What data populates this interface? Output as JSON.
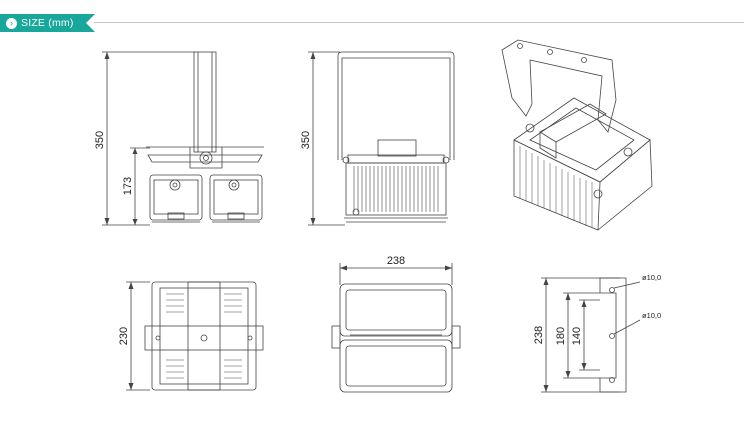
{
  "header": {
    "title": "SIZE (mm)",
    "icon": "chevron-right-icon",
    "accent": "#17a79b"
  },
  "dimensions": {
    "front_height": "350",
    "front_body_height": "173",
    "side_height": "350",
    "top_depth": "230",
    "bottom_width": "238",
    "bracket_height": "238",
    "bracket_outer": "180",
    "bracket_inner": "140",
    "hole_top": "ø10,0",
    "hole_bottom": "ø10,0"
  }
}
